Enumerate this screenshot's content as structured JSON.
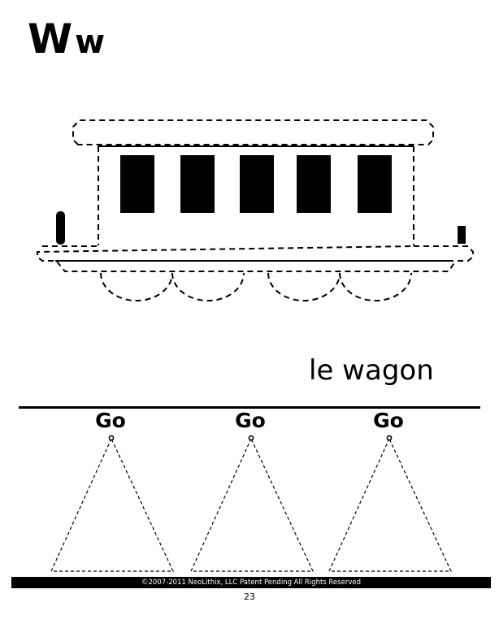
{
  "heading": {
    "upper": "W",
    "lower": "w"
  },
  "word": "le wagon",
  "tracing": {
    "start_labels": [
      "Go",
      "Go",
      "Go"
    ]
  },
  "footer": {
    "copyright": "©2007-2011  NeoLithix, LLC  Patent Pending  All Rights Reserved"
  },
  "page_number": "23",
  "icons": {
    "illustration": "wagon-icon",
    "tracing_shape": "triangle-icon"
  },
  "colors": {
    "ink": "#000000",
    "paper": "#ffffff"
  }
}
